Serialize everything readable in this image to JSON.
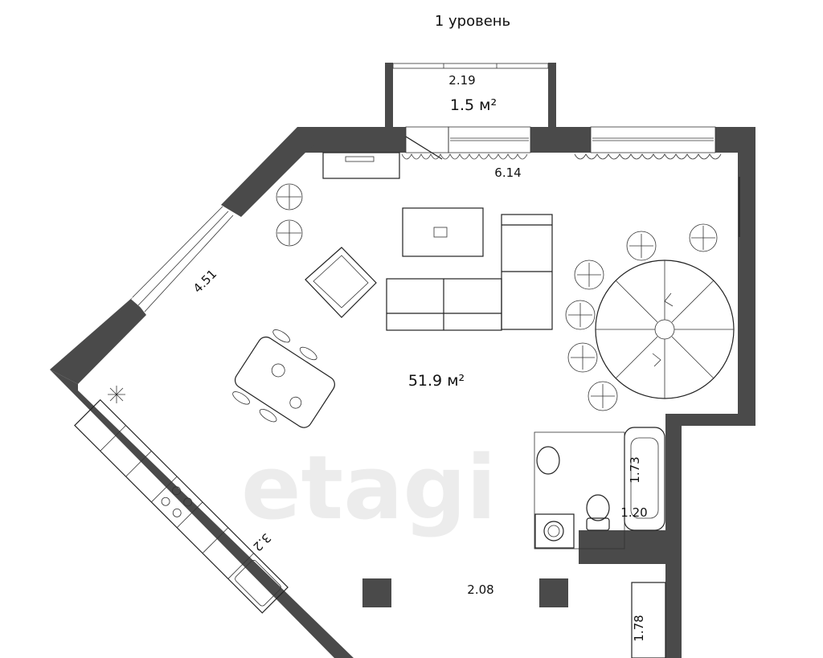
{
  "plan": {
    "title": "1 уровень",
    "watermark": "etagi",
    "rooms": [
      {
        "name": "balcony",
        "area": "1.5 м²"
      },
      {
        "name": "main",
        "area": "51.9 м²"
      }
    ],
    "dimensions": {
      "balcony_width": "2.19",
      "top_wall": "6.14",
      "diagonal_window_wall": "4.51",
      "bath_length": "1.73",
      "bathroom_width": "1.20",
      "kitchen": "3.2",
      "pillars_span": "2.08",
      "lower_right": "1.78"
    },
    "colors": {
      "wall": "#4a4a4a",
      "line": "#222222",
      "watermark": "#ececec"
    }
  }
}
